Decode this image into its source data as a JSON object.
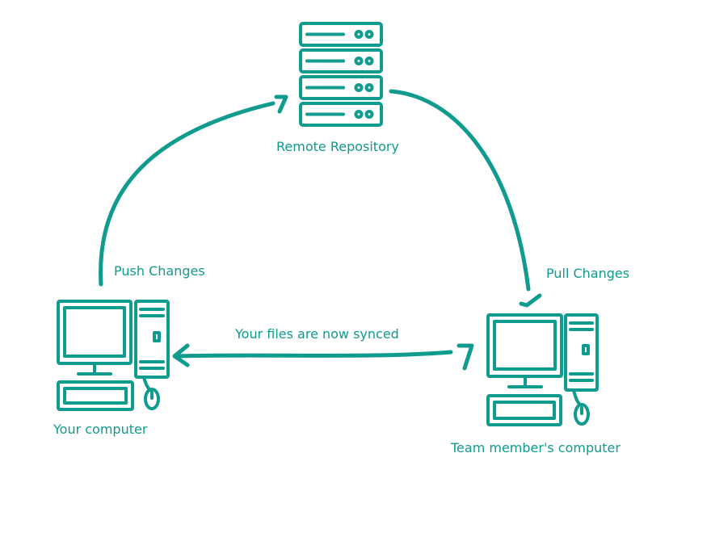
{
  "colors": {
    "accent": "#0f9b8e"
  },
  "nodes": {
    "server": {
      "icon": "server-rack-icon",
      "label": "Remote Repository"
    },
    "your_computer": {
      "icon": "desktop-computer-icon",
      "label": "Your computer"
    },
    "team_computer": {
      "icon": "desktop-computer-icon",
      "label": "Team member's computer"
    }
  },
  "edges": {
    "push": {
      "label": "Push Changes",
      "from": "your_computer",
      "to": "server"
    },
    "pull": {
      "label": "Pull Changes",
      "from": "server",
      "to": "team_computer"
    },
    "sync": {
      "label": "Your files are now synced",
      "from": "team_computer",
      "to": "your_computer"
    }
  }
}
